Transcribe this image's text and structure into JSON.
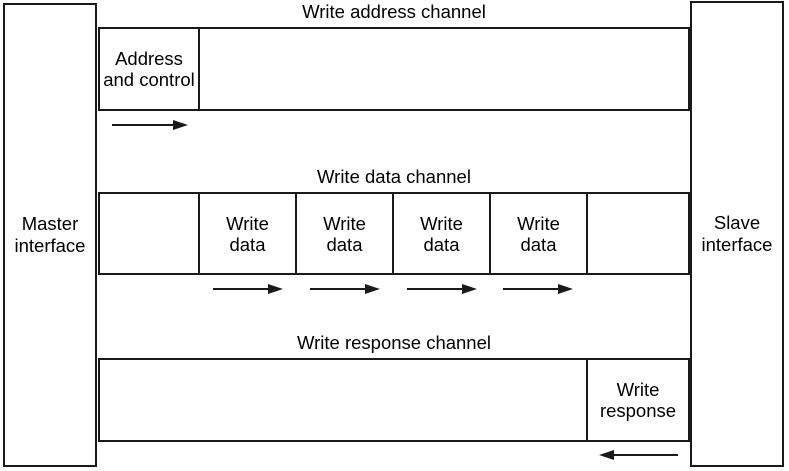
{
  "colors": {
    "border": "#1a1a1a",
    "background": "#ffffff",
    "text": "#000000"
  },
  "master_interface": {
    "line1": "Master",
    "line2": "interface"
  },
  "slave_interface": {
    "line1": "Slave",
    "line2": "interface"
  },
  "write_address_channel": {
    "label": "Write address channel",
    "transfers": [
      {
        "line1": "Address",
        "line2": "and control"
      }
    ],
    "arrow_direction": "right"
  },
  "write_data_channel": {
    "label": "Write data channel",
    "transfers": [
      {
        "line1": "Write",
        "line2": "data"
      },
      {
        "line1": "Write",
        "line2": "data"
      },
      {
        "line1": "Write",
        "line2": "data"
      },
      {
        "line1": "Write",
        "line2": "data"
      }
    ],
    "arrow_direction": "right"
  },
  "write_response_channel": {
    "label": "Write response channel",
    "transfers": [
      {
        "line1": "Write",
        "line2": "response"
      }
    ],
    "arrow_direction": "left"
  }
}
